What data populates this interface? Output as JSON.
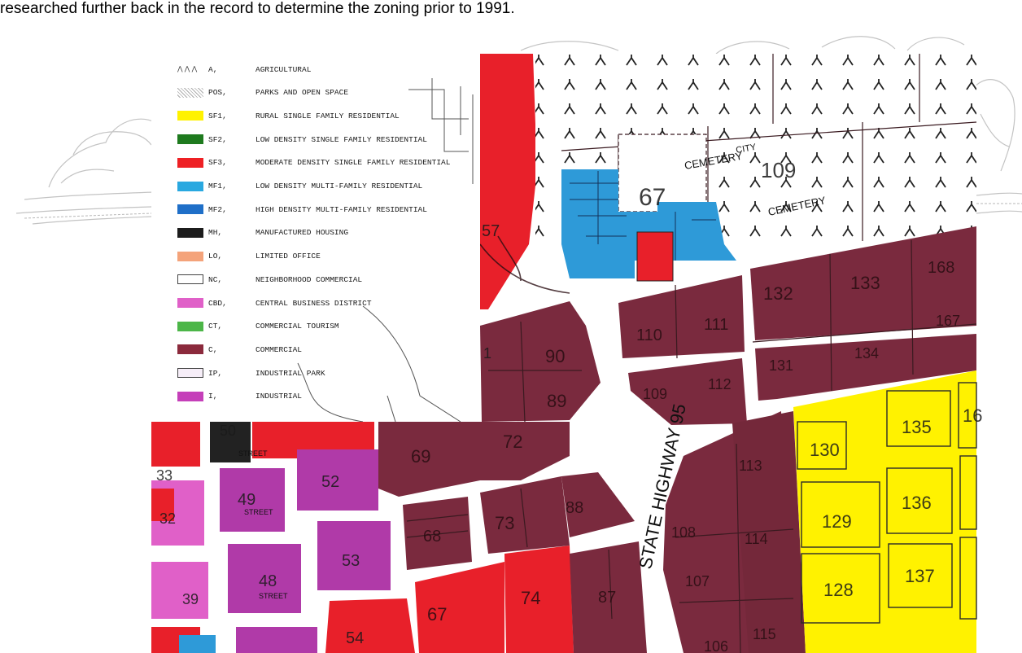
{
  "intro_text": "researched further back in the record to determine the zoning prior to 1991.",
  "legend": {
    "items": [
      {
        "code": "A,",
        "label": "AGRICULTURAL",
        "color": "#ffffff",
        "pattern": "tree"
      },
      {
        "code": "POS,",
        "label": "PARKS AND OPEN SPACE",
        "color": "#ffffff",
        "pattern": "dots"
      },
      {
        "code": "SF1,",
        "label": "RURAL SINGLE FAMILY RESIDENTIAL",
        "color": "#fff200"
      },
      {
        "code": "SF2,",
        "label": "LOW DENSITY SINGLE FAMILY RESIDENTIAL",
        "color": "#1e7a1e"
      },
      {
        "code": "SF3,",
        "label": "MODERATE DENSITY SINGLE FAMILY RESIDENTIAL",
        "color": "#ee2024"
      },
      {
        "code": "MF1,",
        "label": "LOW DENSITY MULTI-FAMILY RESIDENTIAL",
        "color": "#29a8e0"
      },
      {
        "code": "MF2,",
        "label": "HIGH DENSITY MULTI-FAMILY RESIDENTIAL",
        "color": "#1f6fc8"
      },
      {
        "code": "MH,",
        "label": "MANUFACTURED HOUSING",
        "color": "#1c1c1c"
      },
      {
        "code": "LO,",
        "label": "LIMITED OFFICE",
        "color": "#f4a37a"
      },
      {
        "code": "NC,",
        "label": "NEIGHBORHOOD COMMERCIAL",
        "color": "#ffffff"
      },
      {
        "code": "CBD,",
        "label": "CENTRAL BUSINESS DISTRICT",
        "color": "#e060c8"
      },
      {
        "code": "CT,",
        "label": "COMMERCIAL TOURISM",
        "color": "#4cb648"
      },
      {
        "code": "C,",
        "label": "COMMERCIAL",
        "color": "#8b2a3c"
      },
      {
        "code": "IP,",
        "label": "INDUSTRIAL PARK",
        "color": "#f6eef8"
      },
      {
        "code": "I,",
        "label": "INDUSTRIAL",
        "color": "#c53fb9"
      }
    ]
  },
  "map": {
    "colors": {
      "commercial": "#7a2a3e",
      "sf1": "#fff200",
      "sf3": "#e8202a",
      "mf1": "#2e9ad8",
      "industrial": "#b03aa8",
      "ct": "#2f8a2f",
      "mh": "#222222",
      "line": "#3a1a20"
    },
    "street_labels": {
      "highway": "STATE HIGHWAY 95",
      "cemetery_left": "CEMETERY",
      "cemetery_right": "CEMETERY",
      "city": "CITY",
      "street": "STREET"
    },
    "parcels": {
      "cemetery_left": "67",
      "cemetery_right": "109",
      "p90": "90",
      "p89": "89",
      "p72": "72",
      "p69": "69",
      "p73": "73",
      "p88": "88",
      "p68": "68",
      "p74": "74",
      "p67": "67",
      "p87": "87",
      "p110": "110",
      "p111": "111",
      "p109": "109",
      "p112": "112",
      "p108": "108",
      "p113": "113",
      "p107": "107",
      "p114": "114",
      "p106": "106",
      "p115": "115",
      "p132": "132",
      "p133": "133",
      "p168": "168",
      "p131": "131",
      "p134": "134",
      "p167": "167",
      "p130": "130",
      "p135": "135",
      "p16": "16",
      "p129": "129",
      "p136": "136",
      "p128": "128",
      "p137": "137",
      "p52": "52",
      "p49": "49",
      "p53": "53",
      "p48": "48",
      "p54": "54",
      "p33": "33",
      "p32": "32",
      "p39": "39",
      "p57": "57",
      "p50": "50",
      "p1": "1"
    }
  }
}
